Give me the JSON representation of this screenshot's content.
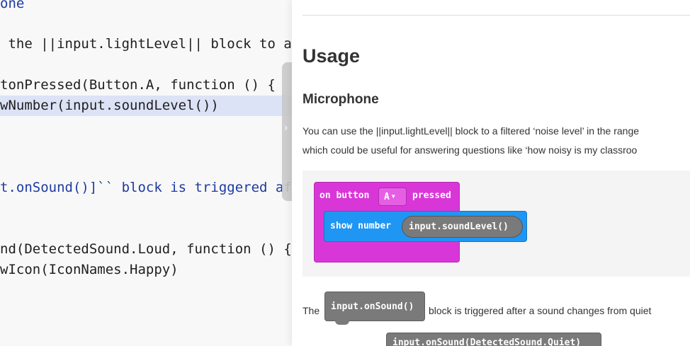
{
  "editor": {
    "lines": [
      {
        "text": "one",
        "style": "comment"
      },
      {
        "text": " the ||input.lightLevel|| block to a",
        "style": "normal"
      },
      {
        "text": "tonPressed(Button.A, function () {",
        "style": "normal"
      },
      {
        "text": "wNumber(input.soundLevel())",
        "style": "highlight"
      },
      {
        "text": "t.onSound()]`` block is triggered aft",
        "style": "comment"
      },
      {
        "text": "nd(DetectedSound.Loud, function () {",
        "style": "normal"
      },
      {
        "text": "wIcon(IconNames.Happy)",
        "style": "normal"
      }
    ]
  },
  "docs": {
    "heading": "Usage",
    "subheading": "Microphone",
    "paragraph1": "You can use the ||input.lightLevel|| block to a filtered ‘noise level’ in the range",
    "paragraph2": "which could be useful for answering questions like ‘how noisy is my classroo",
    "blocks": {
      "event_prefix": "on button",
      "dropdown_value": "A",
      "event_suffix": "pressed",
      "statement": "show number",
      "reporter": "input.soundLevel()"
    },
    "para3_prefix": "The",
    "inline_block": "input.onSound()",
    "para3_suffix": "block is triggered after a sound changes from quiet",
    "bottom_block": "input.onSound(DetectedSound.Quiet)"
  },
  "colors": {
    "event_block": "#d936d8",
    "statement_block": "#1f96f3",
    "reporter_block": "#7a7a7a"
  }
}
